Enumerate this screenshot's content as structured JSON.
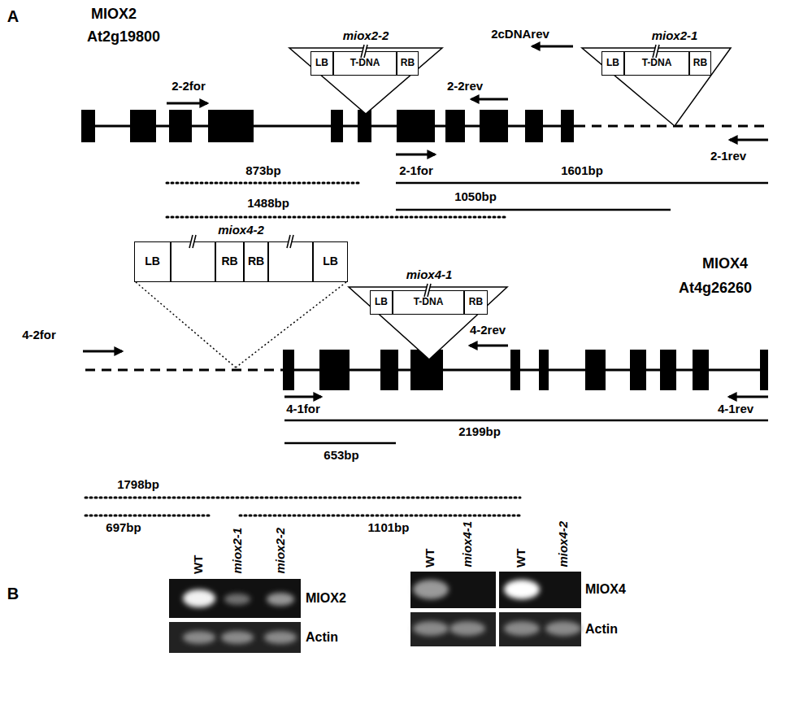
{
  "diagram": {
    "nodes": [
      {
        "text": [
          "miox2-2"
        ]
      },
      {
        "text": [
          "LB"
        ],
        "in": 0
      },
      {
        "text": [
          "T-DNA"
        ],
        "in": 0
      },
      {
        "text": [
          "RB"
        ],
        "in": 0
      },
      {
        "text": [
          "miox2-1"
        ]
      },
      {
        "text": [
          "LB"
        ],
        "in": 4
      },
      {
        "text": [
          "T-DNA"
        ],
        "in": 4
      },
      {
        "text": [
          "RB"
        ],
        "in": 4
      },
      {
        "text": [
          "miox4-2"
        ]
      },
      {
        "text": [
          "LB"
        ],
        "in": 8
      },
      {
        "text": [
          "RB"
        ],
        "in": 8
      },
      {
        "text": [
          "RB"
        ],
        "in": 8
      },
      {
        "text": [
          "LB"
        ],
        "in": 8
      },
      {
        "text": [
          "miox4-1"
        ]
      },
      {
        "text": [
          "LB"
        ],
        "in": 13
      },
      {
        "text": [
          "T-DNA"
        ],
        "in": 13
      },
      {
        "text": [
          "RB"
        ],
        "in": 13
      }
    ],
    "labels": [
      "A",
      "MIOX2",
      "At2g19800",
      "2-2for",
      "2cDNArev",
      "2-2rev",
      "873bp",
      "1488bp",
      "2-1for",
      "1601bp",
      "1050bp",
      "2-1rev",
      "MIOX4",
      "At4g26260",
      "4-2for",
      "4-2rev",
      "4-1for",
      "4-1rev",
      "2199bp",
      "653bp",
      "1798bp",
      "697bp",
      "1101bp",
      "B",
      "WT",
      "miox2-1",
      "miox2-2",
      "MIOX2",
      "Actin",
      "WT",
      "miox4-1",
      "WT",
      "miox4-2",
      "MIOX4",
      "Actin"
    ]
  }
}
